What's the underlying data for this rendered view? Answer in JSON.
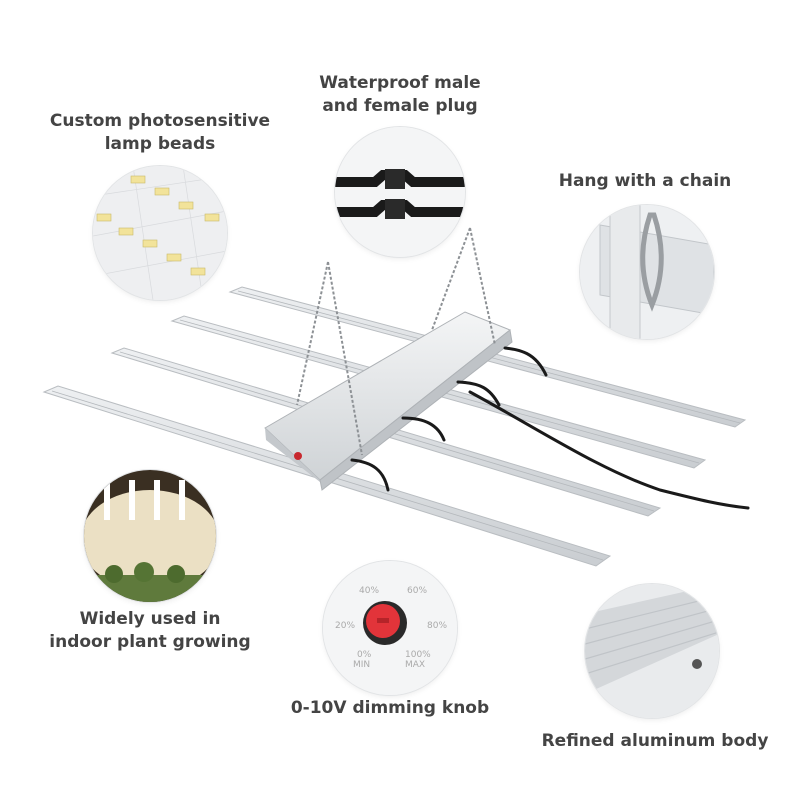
{
  "features": {
    "beads": {
      "line1": "Custom photosensitive",
      "line2": "lamp beads"
    },
    "plug": {
      "line1": "Waterproof male",
      "line2": "and female plug"
    },
    "chain": {
      "line1": "Hang with a chain"
    },
    "plant": {
      "line1": "Widely used in",
      "line2": "indoor plant growing"
    },
    "knob": {
      "line1": "0-10V dimming knob"
    },
    "aluminum": {
      "line1": "Refined aluminum body"
    }
  },
  "knob_scale": {
    "mark_40": "40%",
    "mark_60": "60%",
    "mark_20": "20%",
    "mark_80": "80%",
    "mark_0": "0%",
    "mark_min": "MIN",
    "mark_100": "100%",
    "mark_max": "MAX"
  },
  "colors": {
    "label_text": "#444444",
    "aluminum": "#d7dadd",
    "knob_red": "#e2343a",
    "cable": "#1a1a1a",
    "warm_light": "#fff4d6"
  }
}
